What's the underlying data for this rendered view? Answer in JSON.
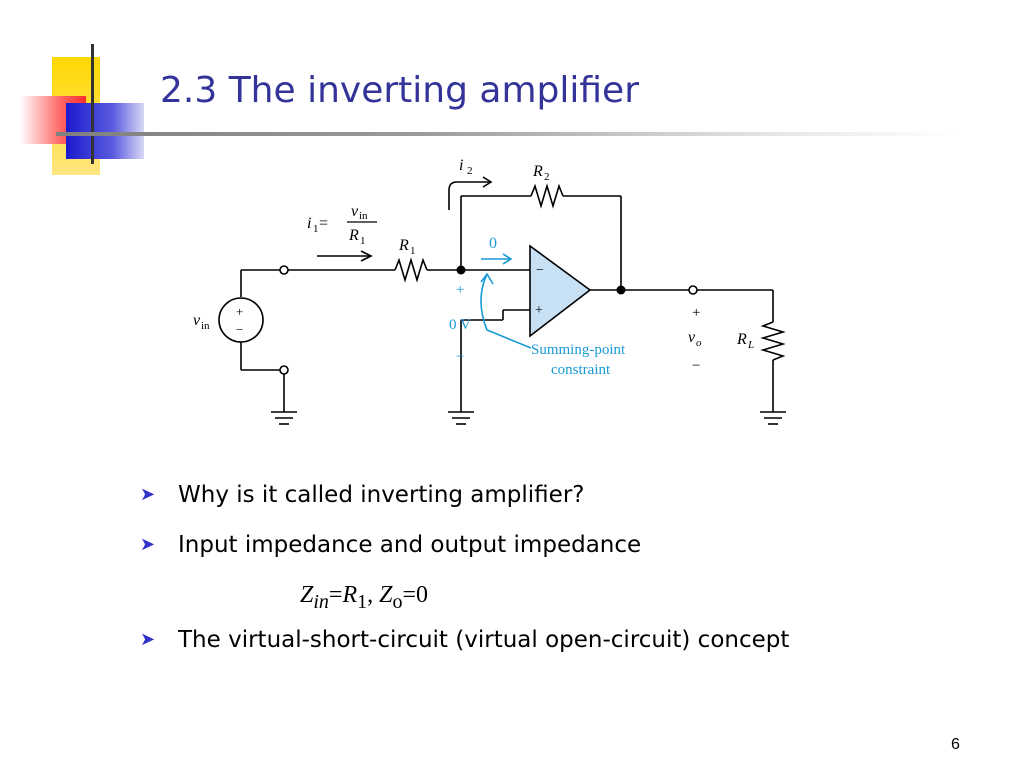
{
  "slide": {
    "title": "2.3 The inverting amplifier",
    "page_number": "6"
  },
  "diagram": {
    "i2": "i",
    "i2_sub": "2",
    "r2": "R",
    "r2_sub": "2",
    "i1_eq_left": "i",
    "i1_eq_sub": "1",
    "i1_eq_eq": " =",
    "i1_eq_num": "v",
    "i1_eq_num_sub": "in",
    "i1_eq_den": "R",
    "i1_eq_den_sub": "1",
    "r1": "R",
    "r1_sub": "1",
    "zero_label": "0",
    "plus_input": "+",
    "zero_v": "0 V",
    "minus_input": "−",
    "vin": "v",
    "vin_sub": "in",
    "src_plus": "+",
    "src_minus": "−",
    "opamp_minus": "−",
    "opamp_plus": "+",
    "out_plus": "+",
    "vo": "v",
    "vo_sub": "o",
    "out_minus": "−",
    "rl": "R",
    "rl_sub": "L",
    "summing_line1": "Summing-point",
    "summing_line2": "constraint",
    "accent_color": "#1a9ad6"
  },
  "bullets": [
    "Why is it called inverting amplifier?",
    "Input impedance and output impedance",
    "The virtual-short-circuit (virtual open-circuit) concept"
  ],
  "formula": {
    "z1": "Z",
    "z1_sub": "in",
    "eq1": "=",
    "r": "R",
    "r_sub": "1",
    "comma": ", ",
    "z2": "Z",
    "z2_sub": "o",
    "eq2": "=0"
  }
}
